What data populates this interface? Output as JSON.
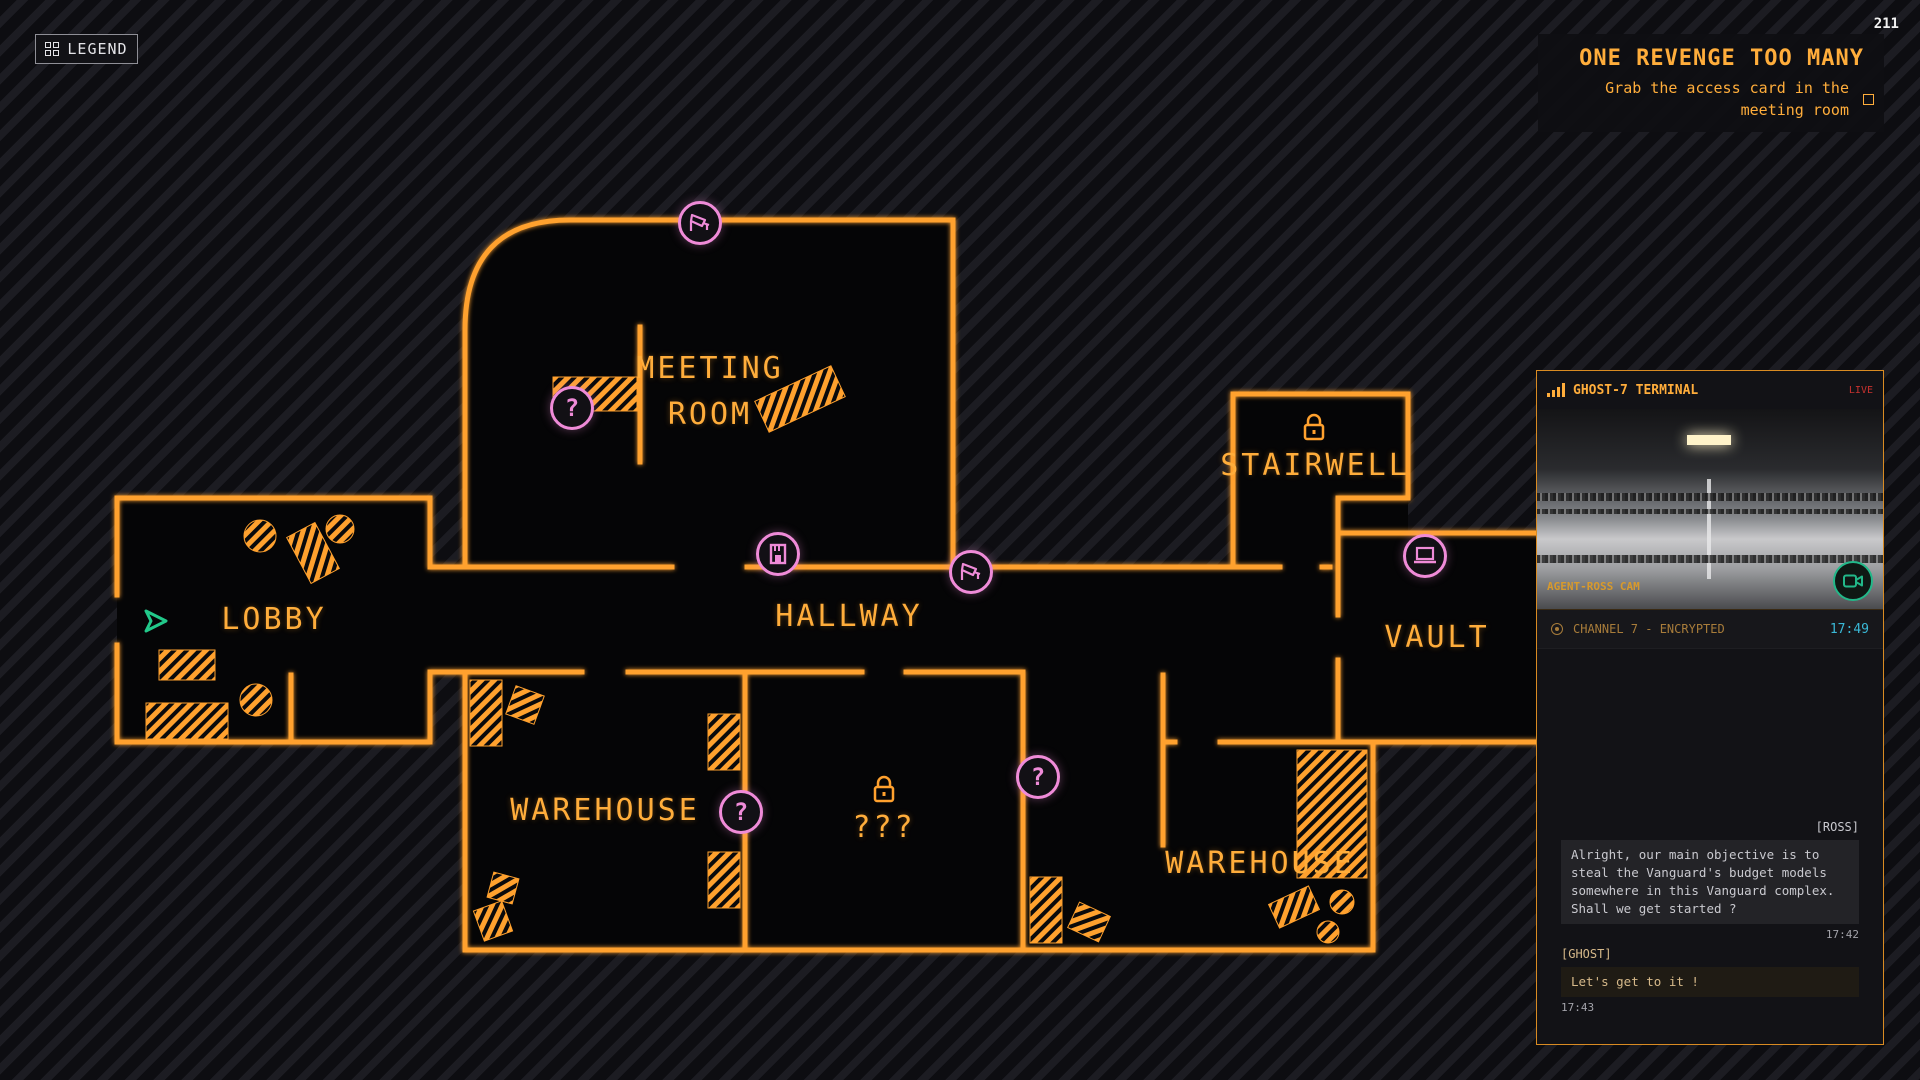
{
  "legend": {
    "label": "LEGEND",
    "icon": "grid-icon"
  },
  "counter": "211",
  "mission": {
    "title": "ONE REVENGE TOO MANY",
    "objective": "Grab the access card in the meeting room"
  },
  "rooms": {
    "meeting_line1": "MEETING",
    "meeting_line2": "ROOM",
    "lobby": "LOBBY",
    "hallway": "HALLWAY",
    "stairwell": "STAIRWELL",
    "vault": "VAULT",
    "warehouse_left": "WAREHOUSE",
    "unknown": "???",
    "warehouse_right": "WAREHOUSE"
  },
  "markers": {
    "unknown_symbol": "?",
    "player_color": "#22c98a",
    "wall_color": "#ffa12e",
    "poi_color": "#ef8bd8",
    "icons": [
      "camera-icon",
      "question-icon",
      "door-icon",
      "laptop-icon",
      "lock-icon",
      "player-arrow-icon"
    ]
  },
  "terminal": {
    "title": "GHOST-7 TERMINAL",
    "live": "LIVE",
    "cam_label": "AGENT-ROSS CAM",
    "channel": "CHANNEL 7 - ENCRYPTED",
    "channel_time": "17:49",
    "messages": [
      {
        "sender": "[ROSS]",
        "text": "Alright, our main objective is to steal the Vanguard's budget models somewhere in this Vanguard complex. Shall we get started ?",
        "time": "17:42"
      },
      {
        "sender": "[GHOST]",
        "text": "Let's get to it !",
        "time": "17:43"
      }
    ]
  }
}
